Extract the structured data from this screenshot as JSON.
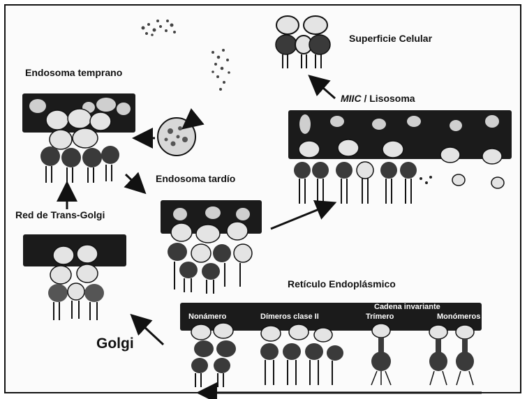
{
  "labels": {
    "superficie": "Superficie Celular",
    "miic": "MIIC",
    "lisosoma": " / Lisosoma",
    "endosoma_temprano": "Endosoma temprano",
    "endosoma_tardio": "Endosoma tardío",
    "red_trans_golgi": "Red de Trans-Golgi",
    "reticulo": "Retículo Endoplásmico",
    "golgi": "Golgi",
    "nonamero": "Nonámero",
    "dimeros": "Dímeros clase II",
    "cadena_invariante": "Cadena invariante",
    "trimero": "Trímero",
    "monomeros": "Monómeros"
  },
  "colors": {
    "panel": "#1b1b1b",
    "molecule_light": "#e6e6e6",
    "molecule_dark": "#3a3a3a",
    "arrow": "#111111"
  }
}
